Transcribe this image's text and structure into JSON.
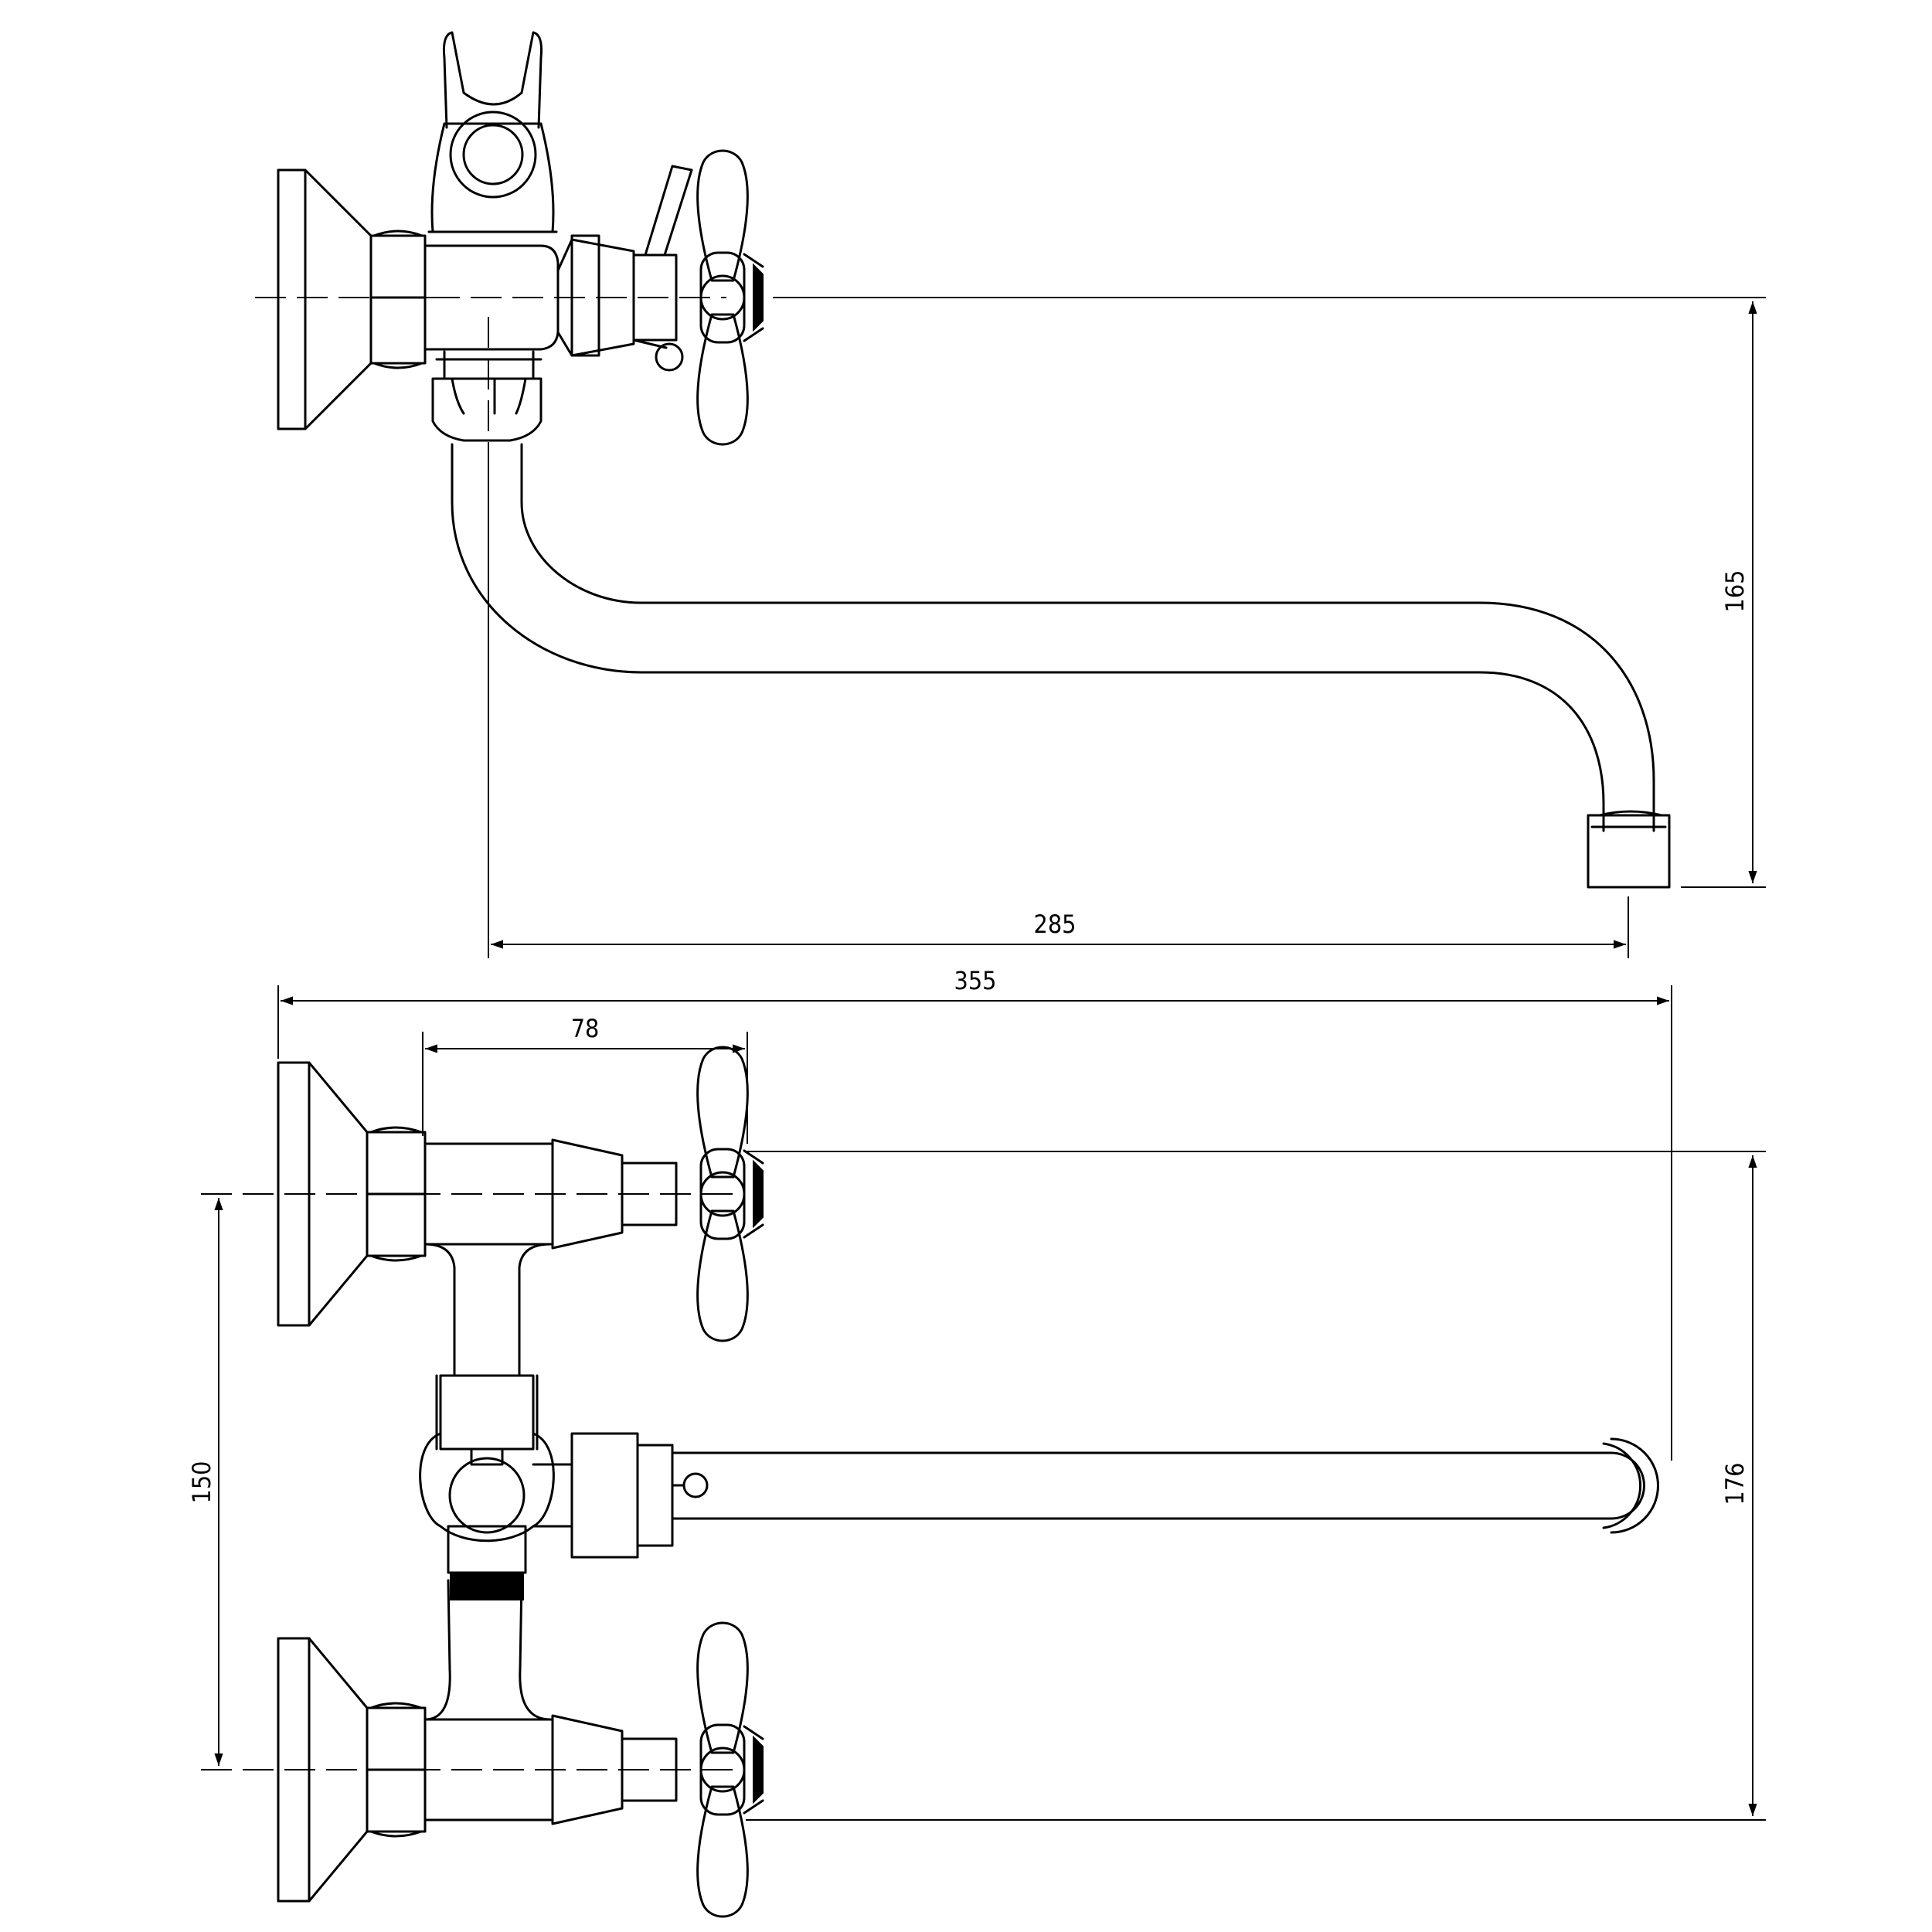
{
  "dimensions": {
    "spout_height": "165",
    "spout_reach": "285",
    "overall_width": "355",
    "handle_offset": "78",
    "inlet_spacing": "150",
    "overall_height": "176"
  },
  "colors": {
    "line": "#000000",
    "background": "#ffffff"
  }
}
